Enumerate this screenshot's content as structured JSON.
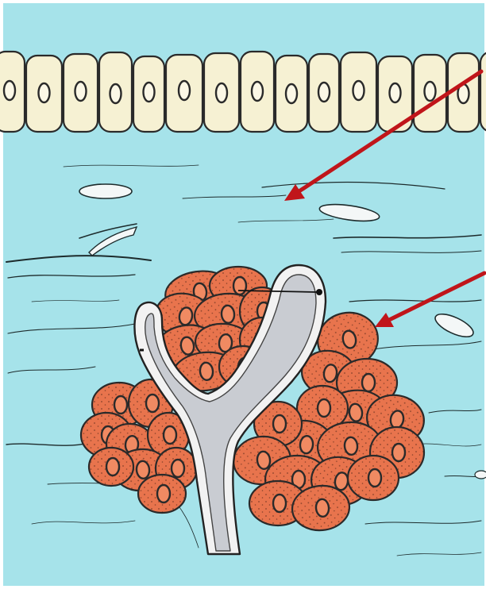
{
  "figure": {
    "title": "",
    "colors": {
      "background": "#a6e3ea",
      "epithelium": "#f6f1d3",
      "epithelium_nucleus": "#fbf7e6",
      "gland_cell": "#e8744d",
      "gland_nucleus": "#f08a62",
      "duct_wall": "#f2f2f2",
      "duct_lumen": "#c9ccd2",
      "outline": "#2a2a2a",
      "arrow": "#c0151a",
      "vessel": "#f4f7f7"
    },
    "parts": [
      {
        "id": "surface-epithelium",
        "label": ""
      },
      {
        "id": "connective-tissue",
        "label": ""
      },
      {
        "id": "gland-acini",
        "label": ""
      },
      {
        "id": "excretory-duct",
        "label": ""
      }
    ],
    "arrows": [
      {
        "id": "arrow-to-connective-tissue",
        "color": "#c0151a"
      },
      {
        "id": "arrow-to-gland",
        "color": "#c0151a"
      }
    ]
  }
}
